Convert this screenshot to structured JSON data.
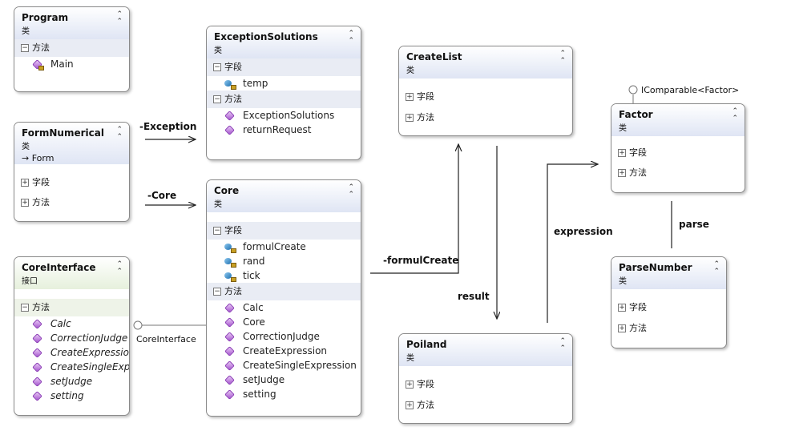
{
  "boxes": {
    "program": {
      "title": "Program",
      "stereotype": "类",
      "sections": [
        {
          "name": "方法",
          "items": [
            "Main"
          ]
        }
      ]
    },
    "exceptionsolutions": {
      "title": "ExceptionSolutions",
      "stereotype": "类",
      "fields_label": "字段",
      "fields": [
        "temp"
      ],
      "methods_label": "方法",
      "methods": [
        "ExceptionSolutions",
        "returnRequest"
      ]
    },
    "createlist": {
      "title": "CreateList",
      "stereotype": "类",
      "fields_label": "字段",
      "methods_label": "方法"
    },
    "factor": {
      "title": "Factor",
      "stereotype": "类",
      "fields_label": "字段",
      "methods_label": "方法"
    },
    "formnumerical": {
      "title": "FormNumerical",
      "stereotype": "类",
      "base": "→ Form",
      "fields_label": "字段",
      "methods_label": "方法"
    },
    "core": {
      "title": "Core",
      "stereotype": "类",
      "fields_label": "字段",
      "fields": [
        "formulCreate",
        "rand",
        "tick"
      ],
      "methods_label": "方法",
      "methods": [
        "Calc",
        "Core",
        "CorrectionJudge",
        "CreateExpression",
        "CreateSingleExpression",
        "setJudge",
        "setting"
      ]
    },
    "coreinterface": {
      "title": "CoreInterface",
      "stereotype": "接口",
      "methods_label": "方法",
      "methods": [
        "Calc",
        "CorrectionJudge",
        "CreateExpression",
        "CreateSingleExp...",
        "setJudge",
        "setting"
      ]
    },
    "parsenumber": {
      "title": "ParseNumber",
      "stereotype": "类",
      "fields_label": "字段",
      "methods_label": "方法"
    },
    "poiland": {
      "title": "Poiland",
      "stereotype": "类",
      "fields_label": "字段",
      "methods_label": "方法"
    }
  },
  "connectors": {
    "exception": "-Exception",
    "core": "-Core",
    "formulcreate": "-formulCreate",
    "result": "result",
    "expression": "expression",
    "parse": "parse",
    "coreinterface": "CoreInterface",
    "icomparable": "IComparable<Factor>"
  },
  "icons": {
    "collapse": "double-chevron-up-icon",
    "method": "method-icon",
    "field": "field-icon",
    "lock": "private-lock-icon"
  }
}
